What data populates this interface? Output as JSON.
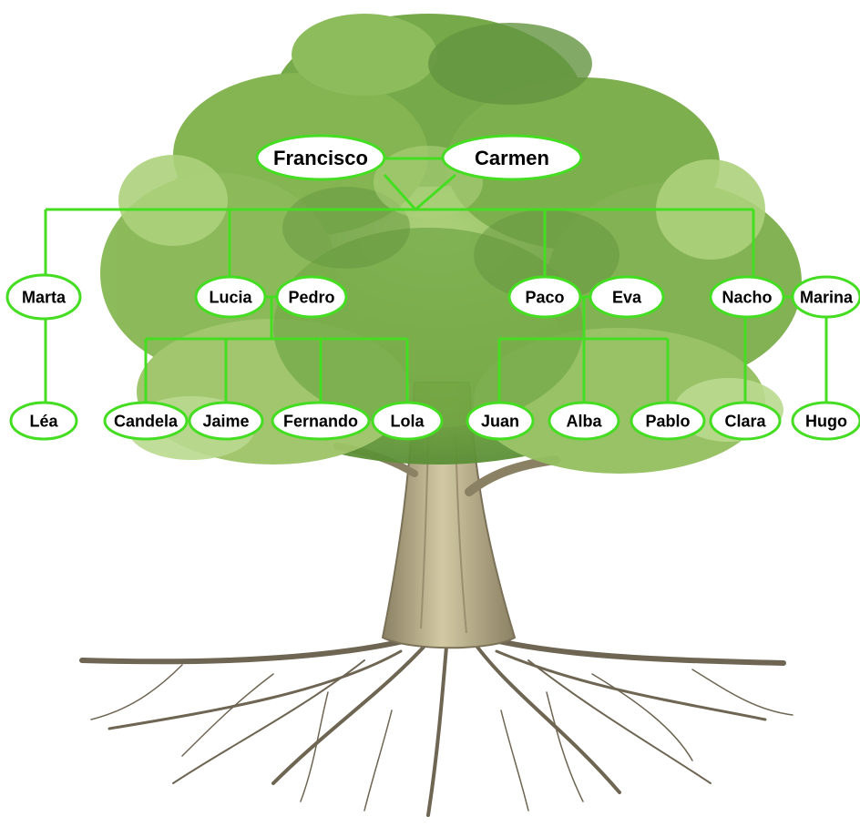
{
  "colors": {
    "connector": "#44dd22",
    "node_fill": "#ffffff",
    "node_stroke": "#44dd22",
    "node_text": "#000000",
    "foliage_dark": "#5b8f36",
    "foliage_mid": "#7fb24a",
    "foliage_light": "#aed07a",
    "trunk": "#b9b08b",
    "trunk_shadow": "#8a8063",
    "roots": "#6e6553"
  },
  "illustration": "tree-with-roots",
  "people": {
    "francisco": "Francisco",
    "carmen": "Carmen",
    "marta": "Marta",
    "lucia": "Lucia",
    "pedro": "Pedro",
    "paco": "Paco",
    "eva": "Eva",
    "nacho": "Nacho",
    "marina": "Marina",
    "lea": "Léa",
    "candela": "Candela",
    "jaime": "Jaime",
    "fernando": "Fernando",
    "lola": "Lola",
    "juan": "Juan",
    "alba": "Alba",
    "pablo": "Pablo",
    "clara": "Clara",
    "hugo": "Hugo"
  },
  "unions": [
    [
      "francisco",
      "carmen"
    ],
    [
      "lucia",
      "pedro"
    ],
    [
      "paco",
      "eva"
    ],
    [
      "nacho",
      "marina"
    ]
  ],
  "children": {
    "francisco+carmen": [
      "marta",
      "lucia",
      "paco",
      "nacho"
    ],
    "marta": [
      "lea"
    ],
    "lucia+pedro": [
      "candela",
      "jaime",
      "fernando",
      "lola"
    ],
    "paco+eva": [
      "juan",
      "alba",
      "pablo"
    ],
    "nacho+marina": [
      "clara"
    ],
    "marina": [
      "hugo"
    ]
  }
}
